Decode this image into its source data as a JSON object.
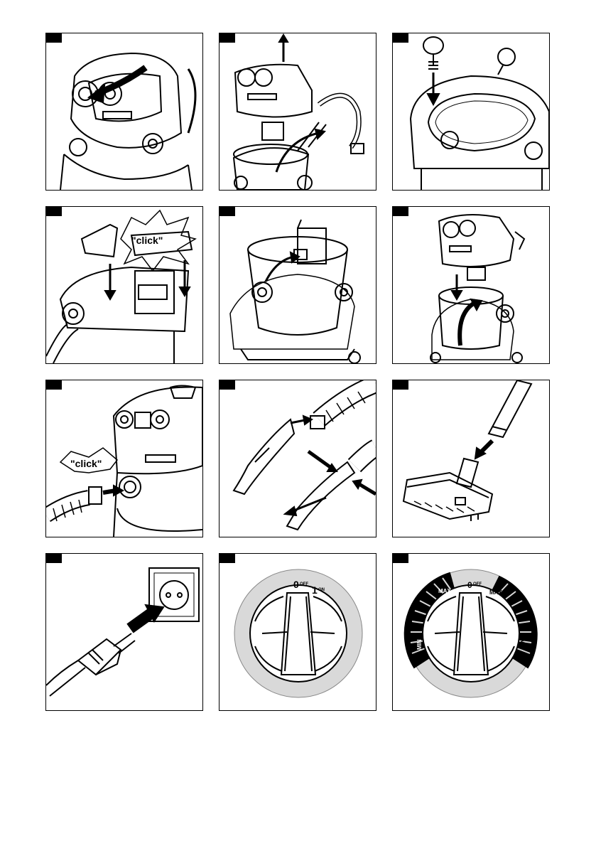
{
  "page": {
    "background": "#ffffff",
    "line_color": "#000000",
    "dial_ring_color": "#d9d9d9"
  },
  "panels": [
    {
      "id": "1",
      "icon": "lid-rotate-icon"
    },
    {
      "id": "2",
      "icon": "lift-head-icon"
    },
    {
      "id": "3",
      "icon": "castor-insert-icon"
    },
    {
      "id": "4",
      "icon": "accessory-clip-icon",
      "callout": "\"click\""
    },
    {
      "id": "5",
      "icon": "filter-insert-icon"
    },
    {
      "id": "6",
      "icon": "head-mount-icon"
    },
    {
      "id": "7",
      "icon": "hose-connect-icon",
      "callout": "\"click\""
    },
    {
      "id": "8",
      "icon": "hose-release-icon"
    },
    {
      "id": "9",
      "icon": "floor-nozzle-icon"
    },
    {
      "id": "10",
      "icon": "plug-socket-icon"
    },
    {
      "id": "11",
      "icon": "switch-dial-icon",
      "labels": {
        "off_num": "0",
        "off_word": "OFF",
        "on_num": "1",
        "on_word": "ON"
      }
    },
    {
      "id": "12",
      "icon": "power-dial-icon",
      "labels": {
        "max_left": "MAX",
        "off_num": "0",
        "off_word": "OFF",
        "max_right": "MAX",
        "min_left": "MIN",
        "min_right": "MIN"
      }
    }
  ]
}
